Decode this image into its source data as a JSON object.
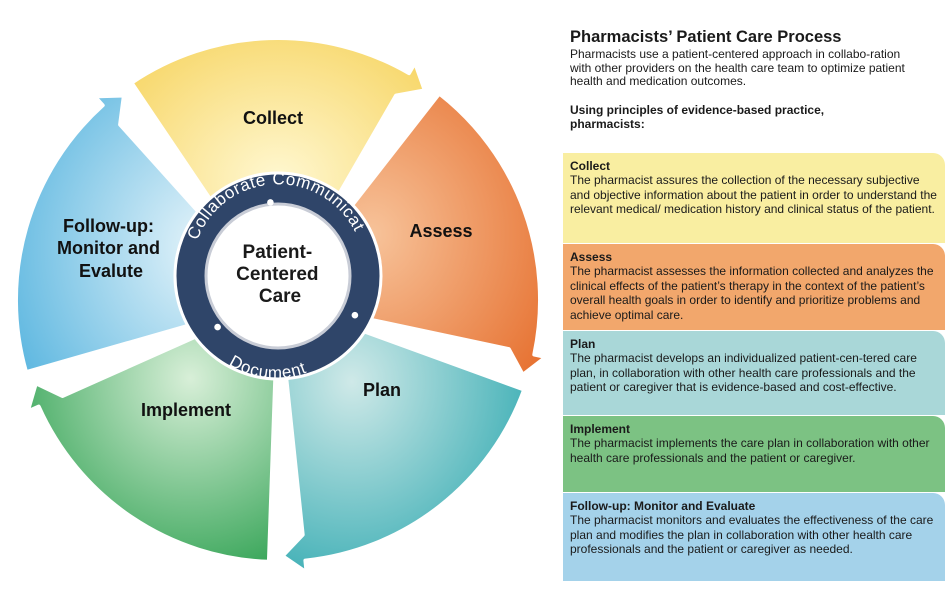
{
  "panel": {
    "title": "Pharmacists’ Patient Care Process",
    "intro": "Pharmacists use a patient-centered approach in collabo-ration with other providers on the health care team to optimize patient health and medication outcomes.",
    "subhead": "Using principles of evidence-based practice, pharmacists:"
  },
  "wheel": {
    "segments": [
      {
        "label": "Collect",
        "color": "#f7dc6f"
      },
      {
        "label": "Assess",
        "color": "#ec8a4a"
      },
      {
        "label": "Plan",
        "color": "#5fbcc0"
      },
      {
        "label": "Implement",
        "color": "#3ea651"
      },
      {
        "label_lines": [
          "Follow-up:",
          "Monitor and",
          "Evalute"
        ],
        "color": "#8ccbe6"
      }
    ],
    "center_lines": [
      "Patient-",
      "Centered",
      "Care"
    ],
    "ring_words": [
      "Collaborate",
      "Communicate",
      "Document"
    ],
    "ring_color": "#2f4569"
  },
  "steps": [
    {
      "title": "Collect",
      "text": "The pharmacist assures the collection of the necessary subjective and objective information about the patient in order to understand the relevant medical/ medication history and clinical status of the patient.",
      "color": "#f9eea1"
    },
    {
      "title": "Assess",
      "text": "The pharmacist assesses the information collected and analyzes the clinical effects of the patient’s therapy in the context of the patient’s overall health goals in order to identify and prioritize problems and achieve optimal care.",
      "color": "#f2a76c"
    },
    {
      "title": "Plan",
      "text": "The pharmacist develops an individualized patient-cen-tered care plan, in collaboration with other health care professionals and the patient or caregiver that is evidence-based and cost-effective.",
      "color": "#a9d7d8"
    },
    {
      "title": "Implement",
      "text": "The pharmacist implements the care plan in collaboration with other health care professionals and the patient or caregiver.",
      "color": "#7cc283"
    },
    {
      "title": "Follow-up: Monitor and Evaluate",
      "text": "The pharmacist monitors and evaluates the effectiveness of the care plan and modifies the plan in collaboration with other health care professionals and the patient or caregiver as needed.",
      "color": "#a4d2ea"
    }
  ]
}
